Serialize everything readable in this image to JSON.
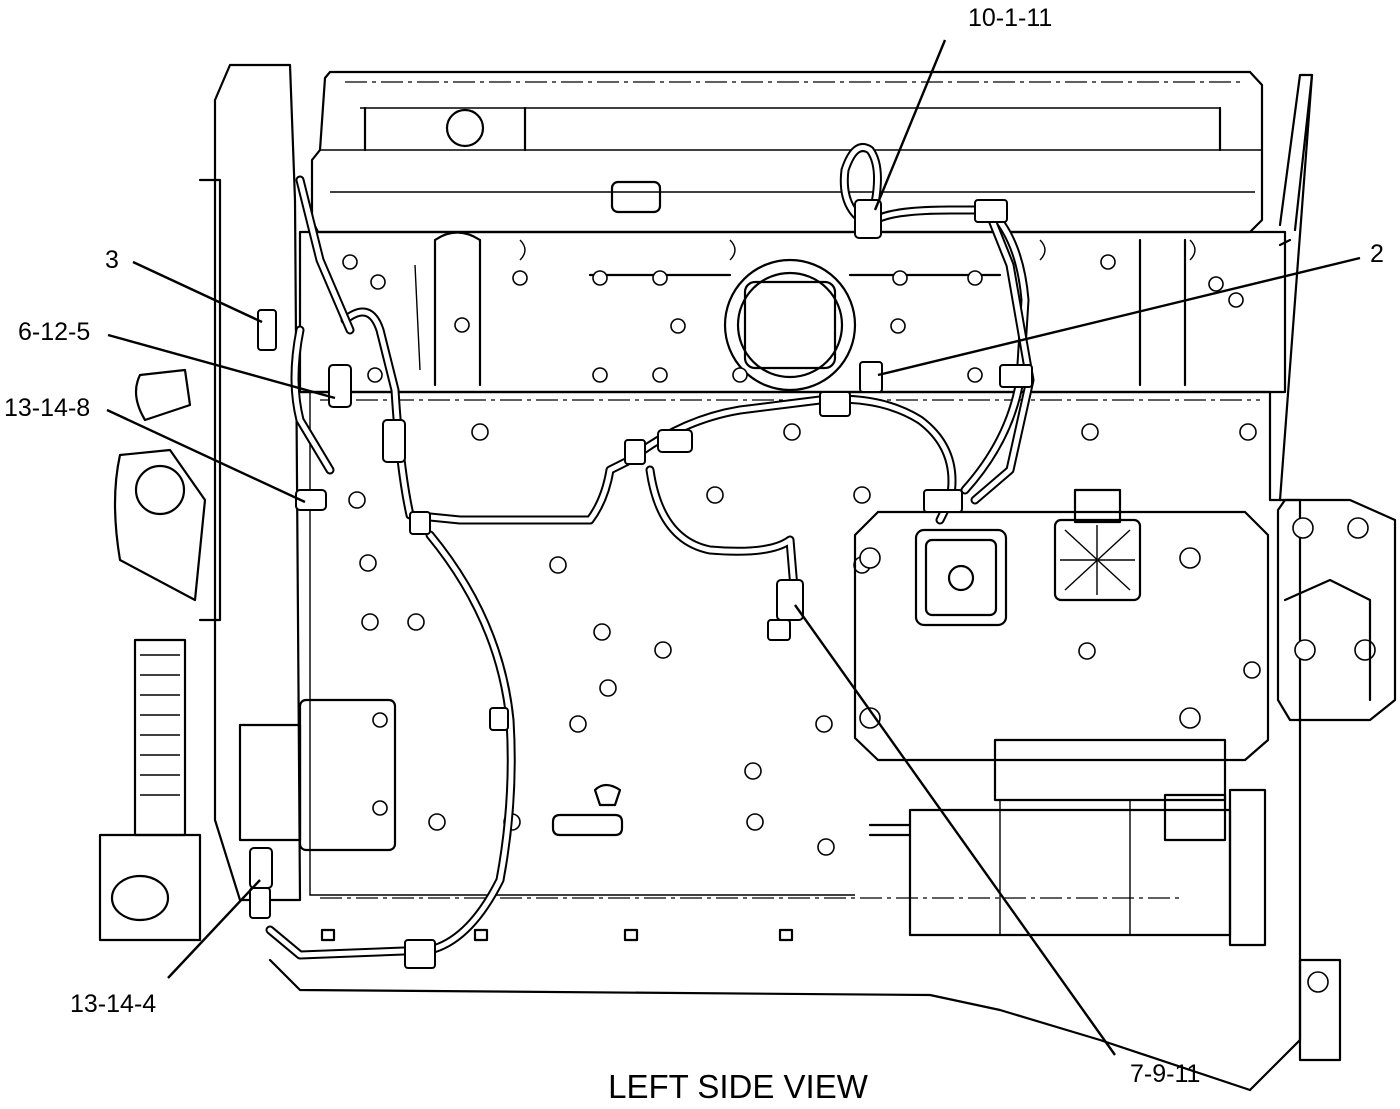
{
  "view_title": "LEFT SIDE VIEW",
  "callouts": {
    "c_10_1_11": "10-1-11",
    "c_2": "2",
    "c_3": "3",
    "c_6_12_5": "6-12-5",
    "c_13_14_8": "13-14-8",
    "c_13_14_4": "13-14-4",
    "c_7_9_11": "7-9-11"
  },
  "colors": {
    "line": "#000000",
    "background": "#ffffff"
  }
}
